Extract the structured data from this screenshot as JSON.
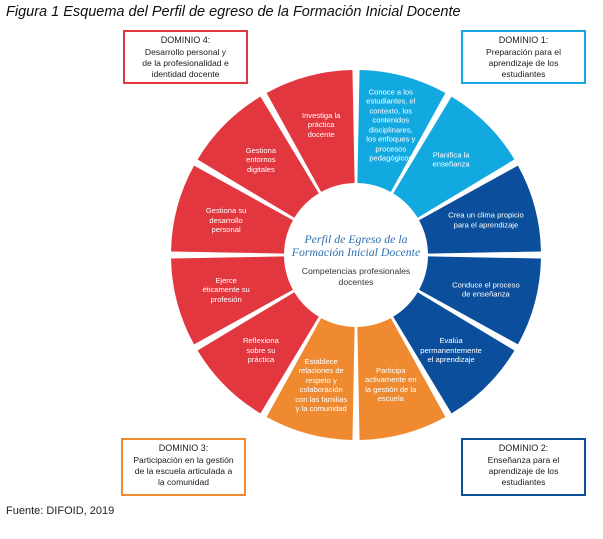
{
  "title": "Figura 1 Esquema del Perfil de egreso de la Formación Inicial Docente",
  "source": "Fuente: DIFOID, 2019",
  "center": {
    "title": "Perfil de Egreso de la\nFormación Inicial Docente",
    "subtitle": "Competencias profesionales\ndocentes"
  },
  "colors": {
    "red": "#e2373f",
    "light_blue": "#12a8e0",
    "dark_blue": "#0b4f9c",
    "orange": "#ef8a31"
  },
  "domains": [
    {
      "heading": "DOMINIO 4:",
      "text": "Desarrollo personal y\nde la profesionalidad e\nidentidad docente",
      "color": "#e2373f"
    },
    {
      "heading": "DOMINIO 1:",
      "text": "Preparación para el\naprendizaje de los\nestudiantes",
      "color": "#12a8e0"
    },
    {
      "heading": "DOMINIO 3:",
      "text": "Participación en la gestión\nde la escuela articulada a\nla comunidad",
      "color": "#ef8a31"
    },
    {
      "heading": "DOMINIO 2:",
      "text": "Enseñanza para el\naprendizaje de los\nestudiantes",
      "color": "#0b4f9c"
    }
  ],
  "segments": [
    {
      "text": "Conoce a los\nestudiantes, el\ncontexto, los\ncontenidos\ndisciplinares,\nlos enfoques y\nprocesos\npedagógicos",
      "color": "#12a8e0"
    },
    {
      "text": "Planifica la\nenseñanza",
      "color": "#12a8e0"
    },
    {
      "text": "Crea un clima propicio\npara el aprendizaje",
      "color": "#0b4f9c"
    },
    {
      "text": "Conduce el proceso\nde enseñanza",
      "color": "#0b4f9c"
    },
    {
      "text": "Evalúa\npermanentemente\nel aprendizaje",
      "color": "#0b4f9c"
    },
    {
      "text": "Participa\nactivamente en\nla gestión de la\nescuela",
      "color": "#ef8a31"
    },
    {
      "text": "Establece\nrelaciones de\nrespeto y\ncolaboración\ncon las familias\ny la comunidad",
      "color": "#ef8a31"
    },
    {
      "text": "Reflexiona\nsobre su\npráctica",
      "color": "#e2373f"
    },
    {
      "text": "Ejerce\néticamente su\nprofesión",
      "color": "#e2373f"
    },
    {
      "text": "Gestiona su\ndesarrollo\npersonal",
      "color": "#e2373f"
    },
    {
      "text": "Gestiona\nentornos\ndigitales",
      "color": "#e2373f"
    },
    {
      "text": "Investiga la\npráctica\ndocente",
      "color": "#e2373f"
    }
  ]
}
